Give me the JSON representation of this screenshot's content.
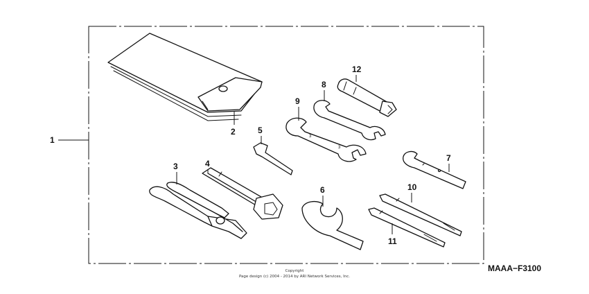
{
  "callouts": {
    "c1": "1",
    "c2": "2",
    "c3": "3",
    "c4": "4",
    "c5": "5",
    "c6": "6",
    "c7": "7",
    "c8": "8",
    "c9": "9",
    "c10": "10",
    "c11": "11",
    "c12": "12"
  },
  "diagram_code": "MAAA−F3100",
  "copyright": {
    "line1": "Copyright",
    "line2": "Page design (c) 2004 - 2014 by ARI Network Services, Inc."
  }
}
